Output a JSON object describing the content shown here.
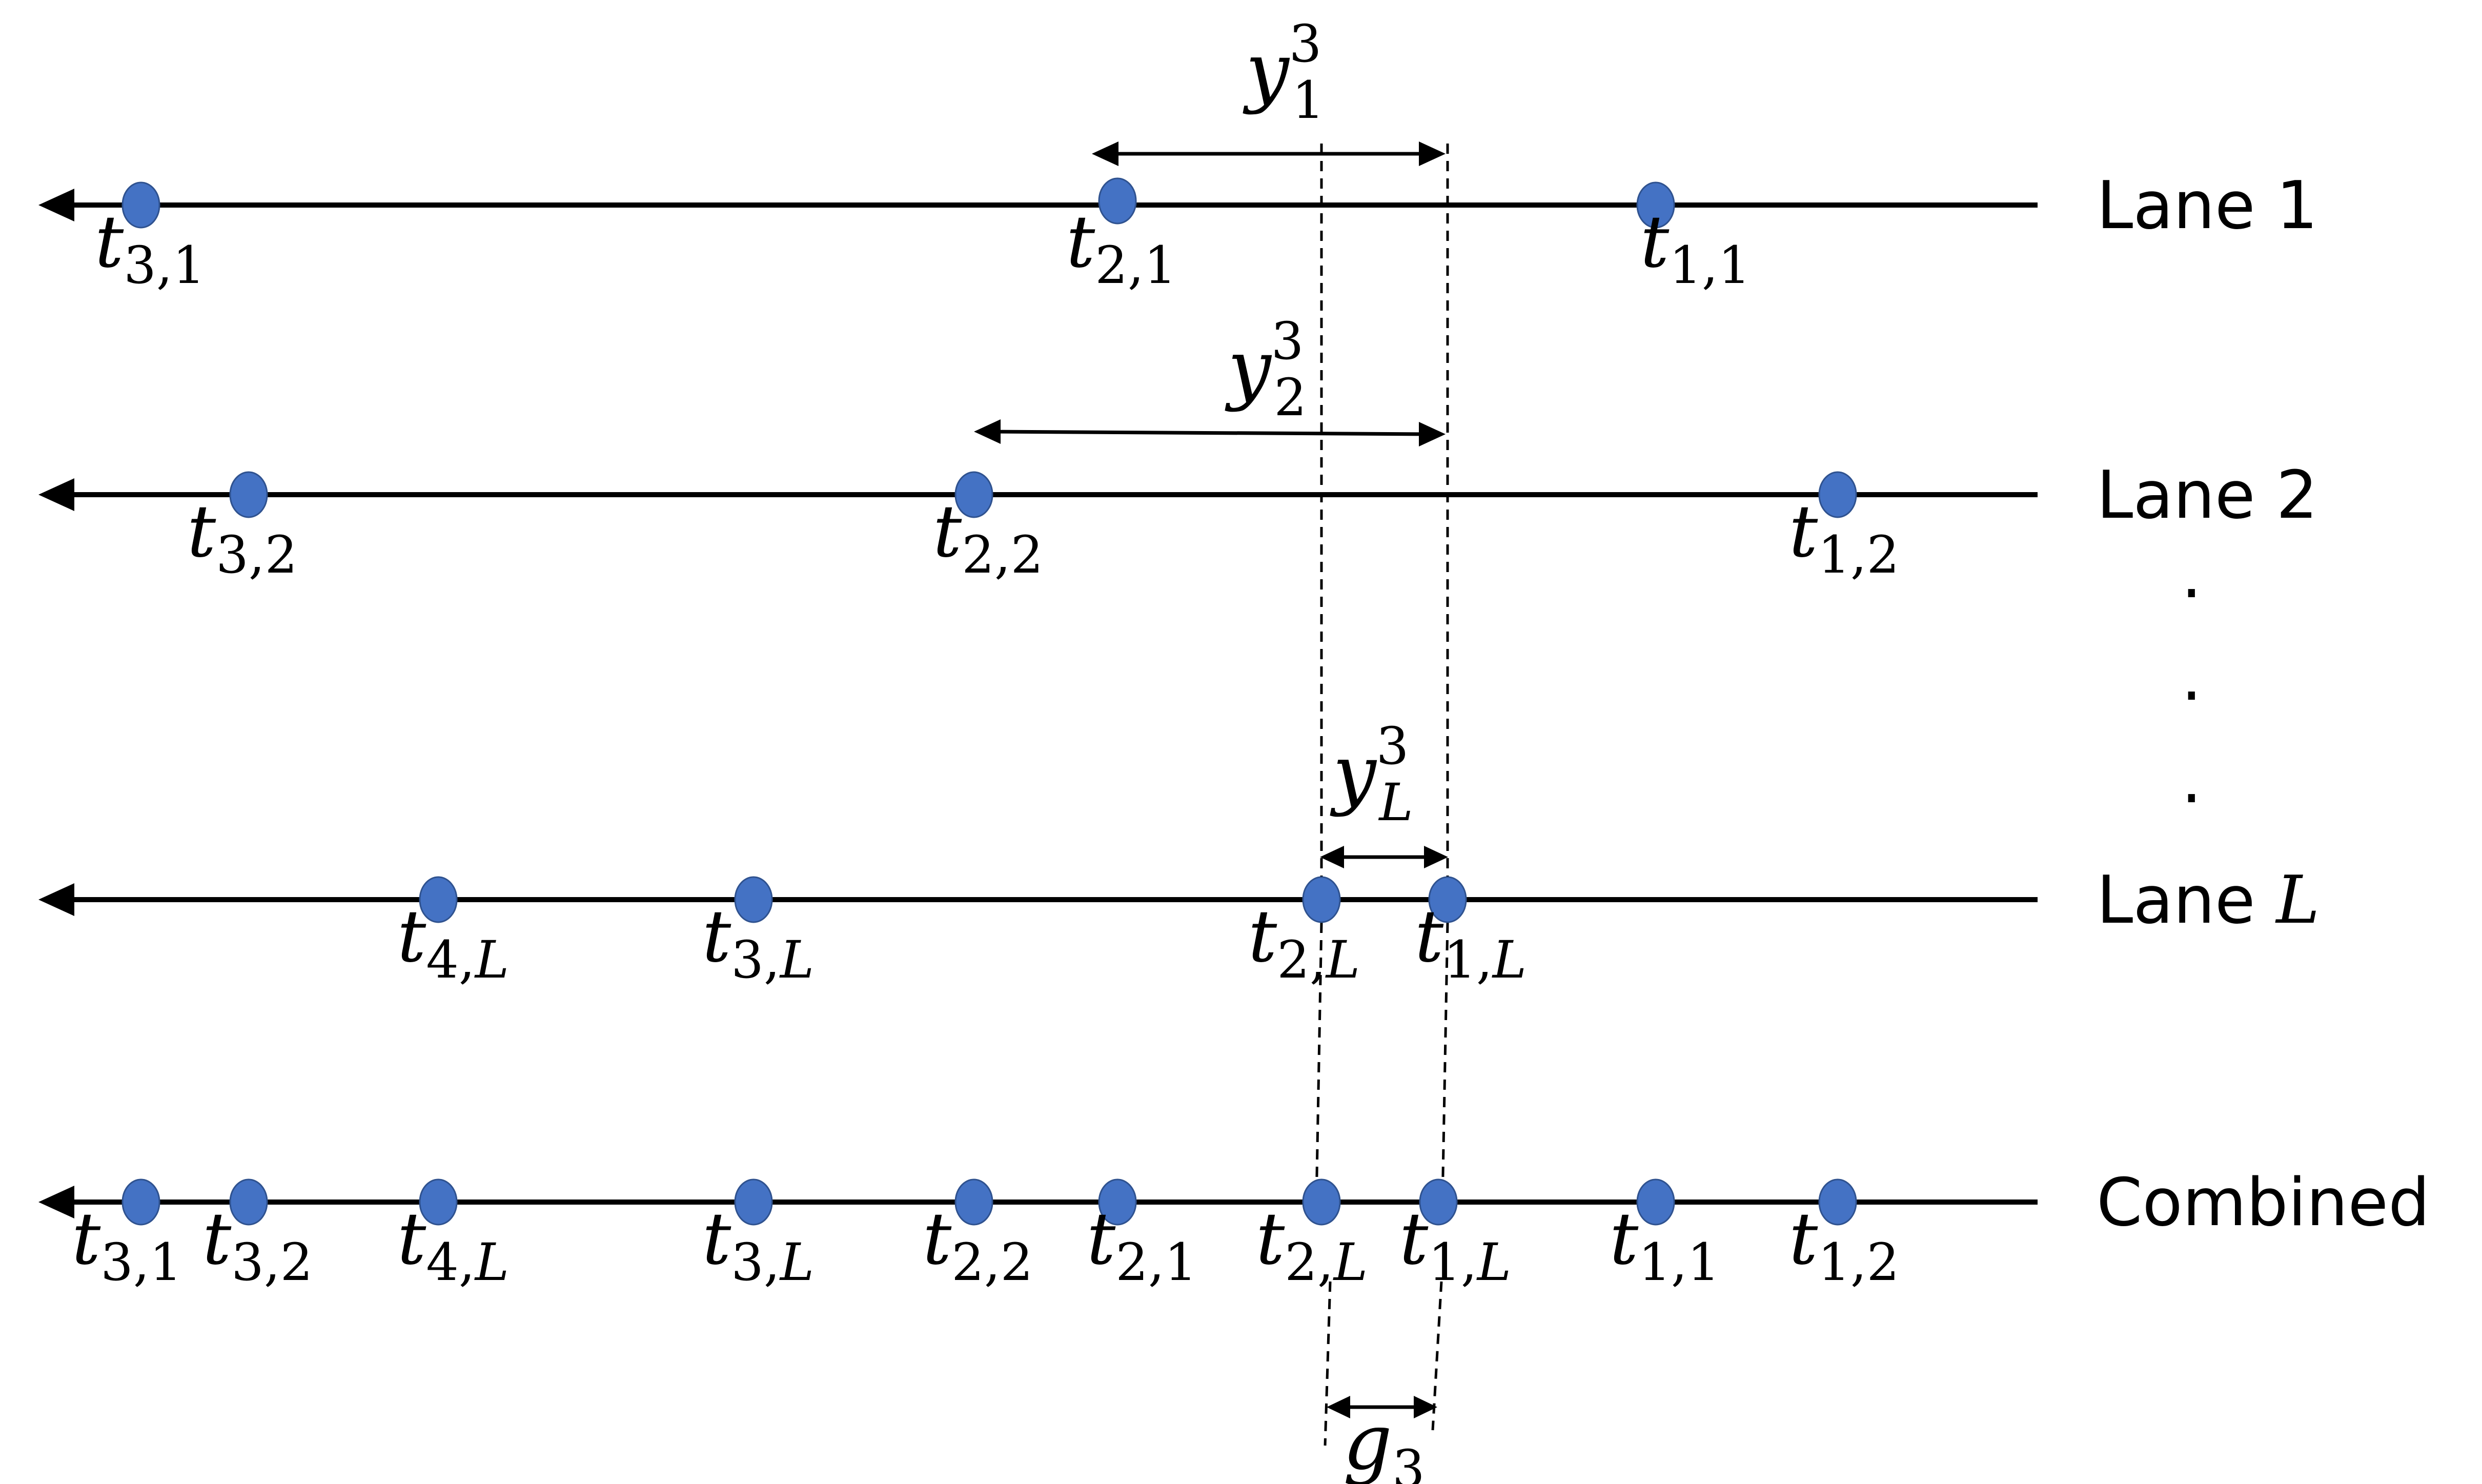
{
  "colors": {
    "point": "#4472c4",
    "point_outline": "#2f528f",
    "line": "#000000"
  },
  "lanes": [
    {
      "id": "lane-1",
      "label": "Lane 1",
      "label_var": "",
      "points": [
        {
          "base": "t",
          "sub": "3,1"
        },
        {
          "base": "t",
          "sub": "2,1"
        },
        {
          "base": "t",
          "sub": "1,1"
        }
      ]
    },
    {
      "id": "lane-2",
      "label": "Lane 2",
      "label_var": "",
      "points": [
        {
          "base": "t",
          "sub": "3,2"
        },
        {
          "base": "t",
          "sub": "2,2"
        },
        {
          "base": "t",
          "sub": "1,2"
        }
      ]
    },
    {
      "id": "lane-l",
      "label": "Lane ",
      "label_var": "L",
      "points": [
        {
          "base": "t",
          "sub": "4,",
          "sub_var": "L"
        },
        {
          "base": "t",
          "sub": "3,",
          "sub_var": "L"
        },
        {
          "base": "t",
          "sub": "2,",
          "sub_var": "L"
        },
        {
          "base": "t",
          "sub": "1,",
          "sub_var": "L"
        }
      ]
    },
    {
      "id": "combined",
      "label": "Combined",
      "label_var": "",
      "points": [
        {
          "base": "t",
          "sub": "3,1"
        },
        {
          "base": "t",
          "sub": "3,2"
        },
        {
          "base": "t",
          "sub": "4,",
          "sub_var": "L"
        },
        {
          "base": "t",
          "sub": "3,",
          "sub_var": "L"
        },
        {
          "base": "t",
          "sub": "2,2"
        },
        {
          "base": "t",
          "sub": "2,1"
        },
        {
          "base": "t",
          "sub": "2,",
          "sub_var": "L"
        },
        {
          "base": "t",
          "sub": "1,",
          "sub_var": "L"
        },
        {
          "base": "t",
          "sub": "1,1"
        },
        {
          "base": "t",
          "sub": "1,2"
        }
      ]
    }
  ],
  "dots_text": ".",
  "gaps": [
    {
      "id": "y1",
      "base": "y",
      "sub": "1",
      "sup": "3"
    },
    {
      "id": "y2",
      "base": "y",
      "sub": "2",
      "sup": "3"
    },
    {
      "id": "yL",
      "base": "y",
      "sub": "L",
      "sup": "3"
    },
    {
      "id": "g3",
      "base": "g",
      "sub": "3",
      "sup": ""
    }
  ]
}
